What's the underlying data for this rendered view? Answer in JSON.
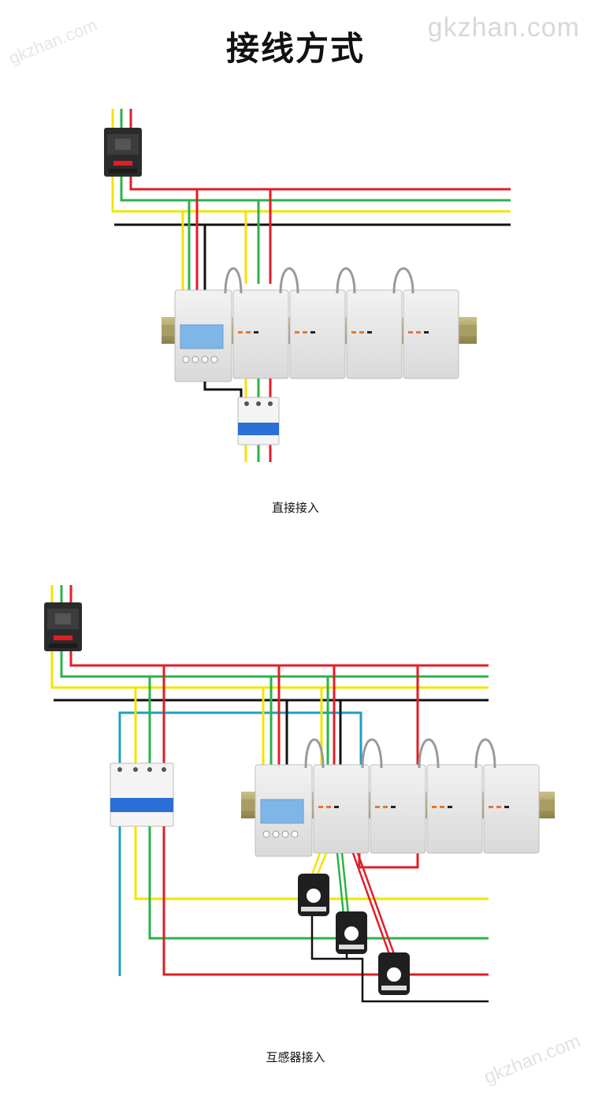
{
  "title": "接线方式",
  "watermark": "gkzhan.com",
  "watermark_small": "gkzhan.com",
  "captions": {
    "direct": "直接接入",
    "transformer": "互感器接入"
  },
  "colors": {
    "phase_a_yellow": "#f2e400",
    "phase_b_green": "#2bb24a",
    "phase_c_red": "#e21d26",
    "neutral_black": "#111111",
    "blue_line": "#1e9fc6",
    "module_body": "#e9e9e9",
    "lcd": "#7fb6e8",
    "breaker_blue": "#2a6fd6"
  }
}
